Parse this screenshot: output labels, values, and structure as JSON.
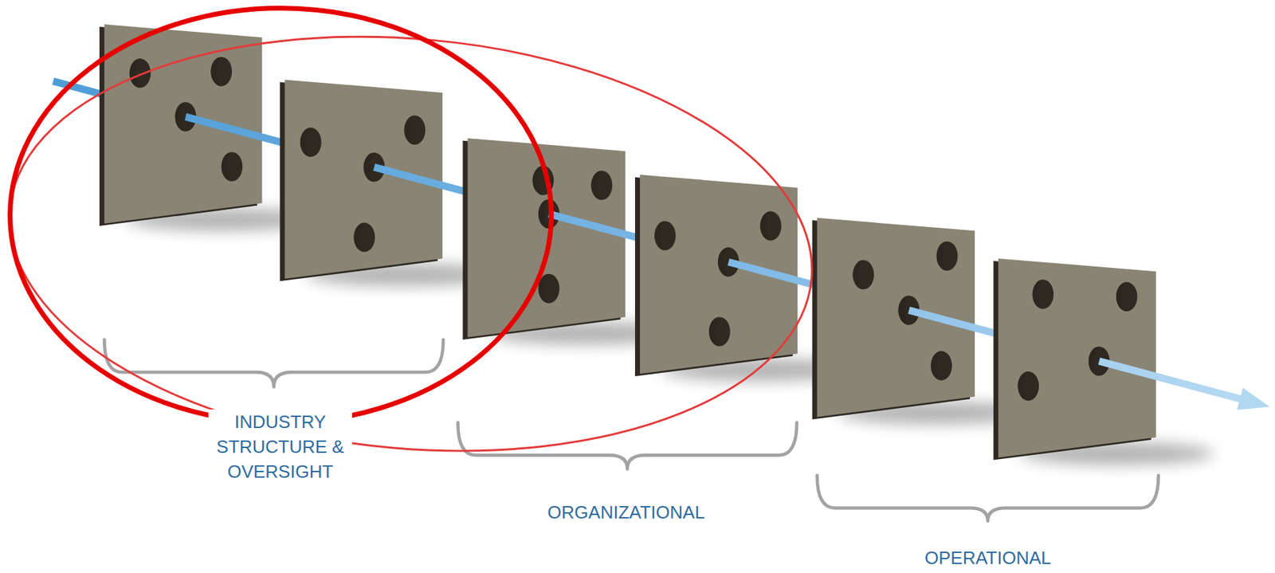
{
  "diagram": {
    "labels": [
      "INDUSTRY STRUCTURE & OVERSIGHT",
      "ORGANIZATIONAL",
      "OPERATIONAL"
    ]
  }
}
